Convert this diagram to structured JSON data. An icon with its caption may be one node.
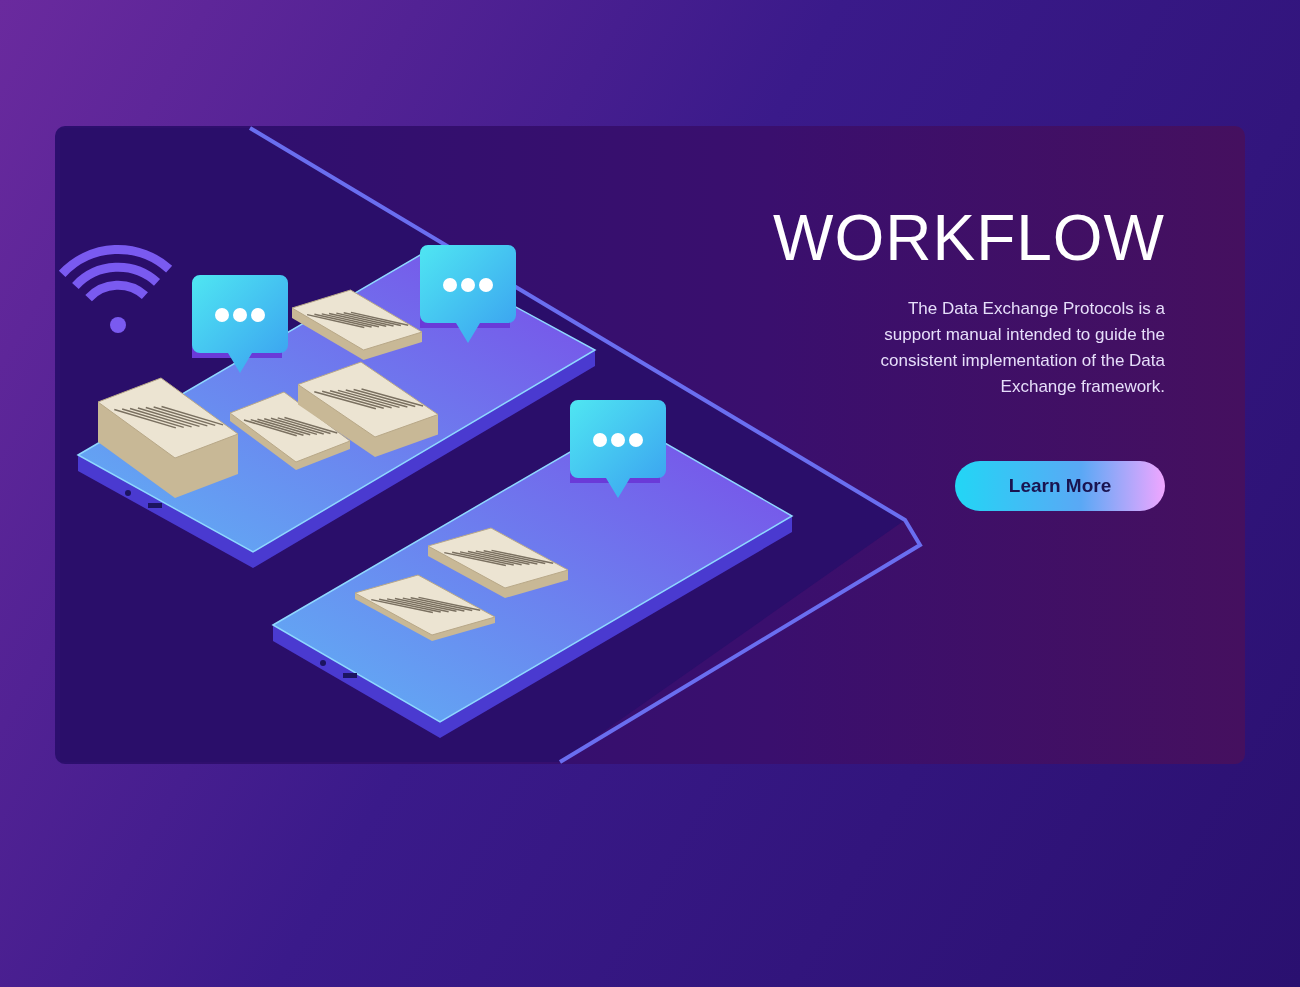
{
  "diagram": {
    "title": "WORKFLOW",
    "nodes": [
      {
        "text": [
          "Learn More"
        ]
      }
    ],
    "edges": [],
    "labels": [
      "The Data Exchange Protocols is a support manual intended to guide the consistent implementation of the Data Exchange framework."
    ]
  }
}
